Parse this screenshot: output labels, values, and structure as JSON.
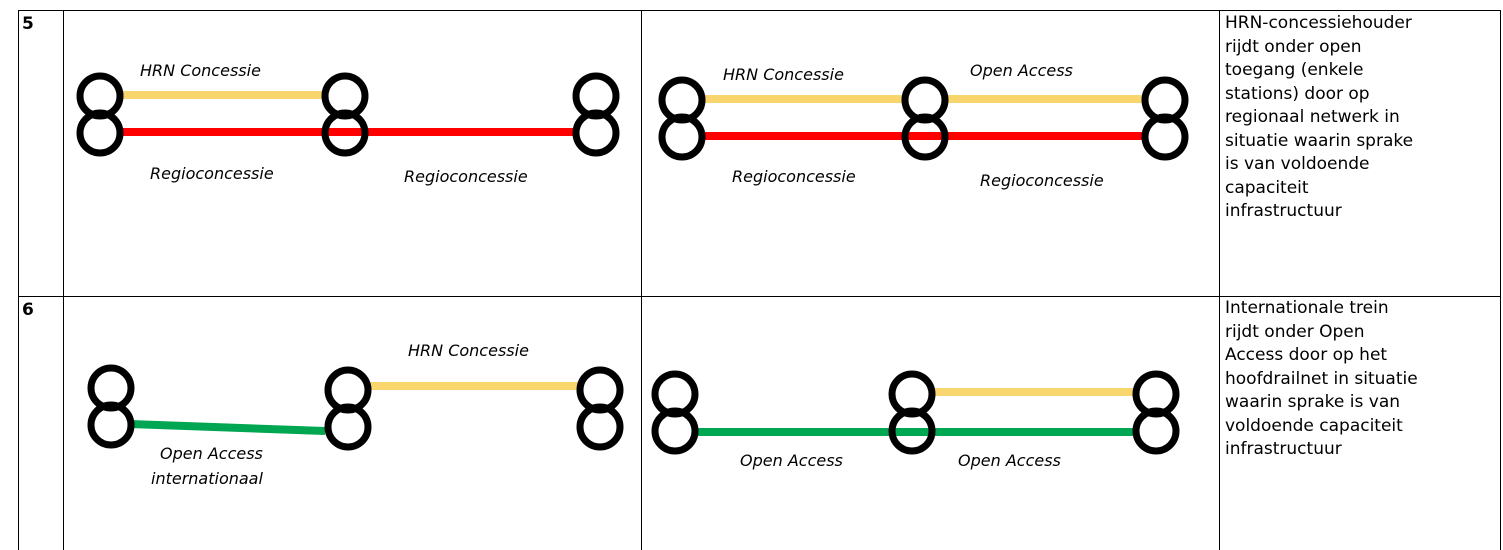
{
  "colors": {
    "hrn_line": "#f9d56e",
    "regio_line": "#ff0000",
    "open_access_line": "#00a651",
    "station_stroke": "#000000"
  },
  "rows": [
    {
      "number": "5",
      "left_diagram": {
        "labels": {
          "top_a": "HRN Concessie",
          "bottom_a": "Regioconcessie",
          "bottom_b": "Regioconcessie"
        }
      },
      "right_diagram": {
        "labels": {
          "top_a": "HRN Concessie",
          "top_b": "Open Access",
          "bottom_a": "Regioconcessie",
          "bottom_b": "Regioconcessie"
        }
      },
      "description": [
        "HRN-concessiehouder",
        "rijdt onder open",
        "toegang (enkele",
        "stations) door op",
        "regionaal netwerk in",
        "situatie waarin sprake",
        "is van voldoende",
        "capaciteit",
        "infrastructuur"
      ]
    },
    {
      "number": "6",
      "left_diagram": {
        "labels": {
          "top_b": "HRN Concessie",
          "bottom_a_line1": "Open Access",
          "bottom_a_line2": "internationaal"
        }
      },
      "right_diagram": {
        "labels": {
          "bottom_a": "Open Access",
          "bottom_b": "Open Access"
        }
      },
      "description": [
        "Internationale trein",
        "rijdt onder Open",
        "Access door op het",
        "hoofdrailnet in situatie",
        "waarin sprake is van",
        "voldoende capaciteit",
        "infrastructuur"
      ]
    }
  ]
}
